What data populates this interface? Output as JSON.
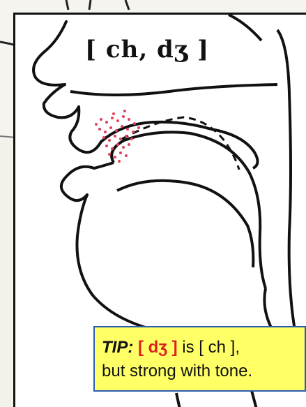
{
  "diagram": {
    "phoneme_label": "[ ch, dʒ ]"
  },
  "tip": {
    "label": "TIP:",
    "phoneme": "[ dʒ ]",
    "line1_rest": " is [ ch ],",
    "line2": "but strong with tone."
  },
  "colors": {
    "tip_background": "#ffff66",
    "tip_border": "#2a5db0",
    "tip_phoneme": "#e02020",
    "contact_dots": "#e0405a"
  }
}
